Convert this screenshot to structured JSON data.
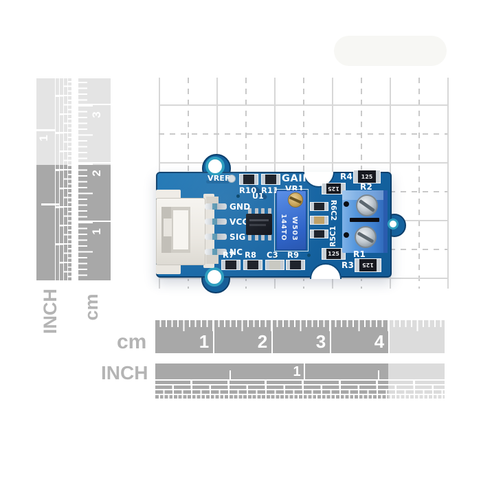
{
  "module": {
    "silkscreen": {
      "vref": "VREF",
      "gain": "GAIN",
      "vr1": "VR1",
      "u1": "U1",
      "r10": "R10",
      "r11": "R11",
      "pin_labels": [
        "GND",
        "VCC",
        "SIG",
        "NC"
      ],
      "bottom_labels": [
        "R7",
        "R8",
        "C3",
        "R9"
      ],
      "right_labels": {
        "r4": "R4",
        "r2": "R2",
        "r1": "R1",
        "r3": "R3",
        "vert_top": "R6C2",
        "vert_bottom": "R5C1"
      }
    },
    "trimmer_markings": {
      "left": "144TO",
      "right": "W503"
    },
    "resistor_code": "125"
  },
  "rulers": {
    "side": {
      "inch_label": "INCH",
      "cm_label": "cm",
      "inch_numbers": [
        "1"
      ],
      "cm_numbers": [
        "1",
        "2",
        "3"
      ]
    },
    "bottom": {
      "inch_label": "INCH",
      "cm_label": "cm",
      "inch_numbers": [
        "1"
      ],
      "cm_numbers": [
        "1",
        "2",
        "3",
        "4"
      ]
    }
  },
  "colors": {
    "pcb_blue": "#1565a4",
    "trimmer_blue": "#3b74d4",
    "terminal_blue": "#4c90d8",
    "ruler_dark": "#a8a8a8",
    "ruler_light": "#dcdcdc",
    "label_gray": "#b4b4b4",
    "teal_hole_ring": "#2f9fc0"
  }
}
